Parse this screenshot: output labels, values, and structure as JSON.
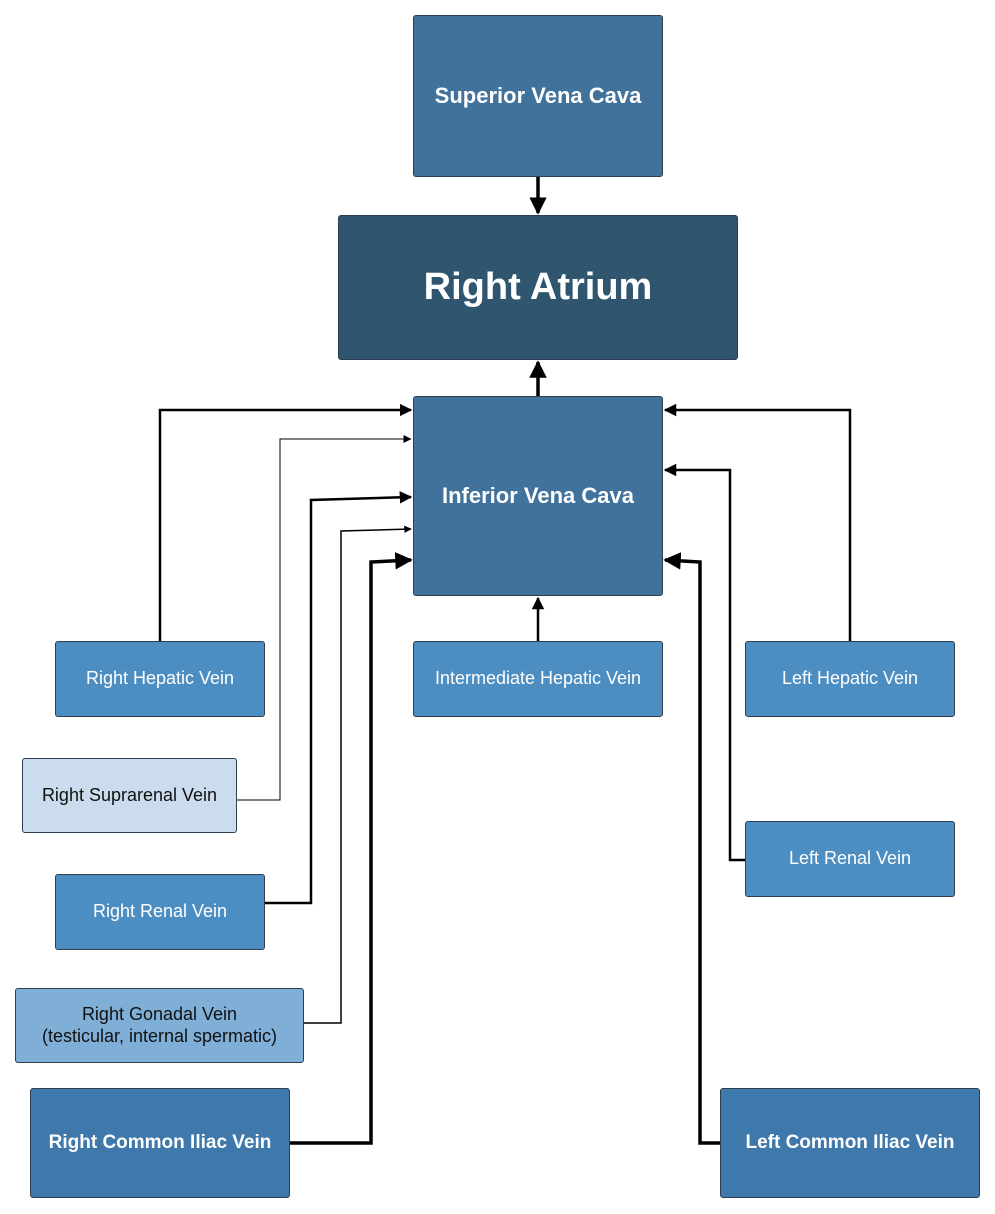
{
  "nodes": {
    "superior_vena_cava": "Superior Vena Cava",
    "right_atrium": "Right Atrium",
    "inferior_vena_cava": "Inferior Vena Cava",
    "right_hepatic_vein": "Right Hepatic Vein",
    "intermediate_hepatic_vein": "Intermediate Hepatic Vein",
    "left_hepatic_vein": "Left Hepatic Vein",
    "right_suprarenal_vein": "Right Suprarenal Vein",
    "left_renal_vein": "Left Renal Vein",
    "right_renal_vein": "Right Renal Vein",
    "right_gonadal_vein": "Right Gonadal Vein\n(testicular, internal spermatic)",
    "right_common_iliac_vein": "Right Common Iliac Vein",
    "left_common_iliac_vein": "Left Common Iliac Vein"
  },
  "edges": [
    {
      "from": "Superior Vena Cava",
      "to": "Right Atrium"
    },
    {
      "from": "Inferior Vena Cava",
      "to": "Right Atrium"
    },
    {
      "from": "Right Hepatic Vein",
      "to": "Inferior Vena Cava"
    },
    {
      "from": "Right Suprarenal Vein",
      "to": "Inferior Vena Cava"
    },
    {
      "from": "Right Renal Vein",
      "to": "Inferior Vena Cava"
    },
    {
      "from": "Right Gonadal Vein",
      "to": "Inferior Vena Cava"
    },
    {
      "from": "Right Common Iliac Vein",
      "to": "Inferior Vena Cava"
    },
    {
      "from": "Intermediate Hepatic Vein",
      "to": "Inferior Vena Cava"
    },
    {
      "from": "Left Hepatic Vein",
      "to": "Inferior Vena Cava"
    },
    {
      "from": "Left Renal Vein",
      "to": "Inferior Vena Cava"
    },
    {
      "from": "Left Common Iliac Vein",
      "to": "Inferior Vena Cava"
    }
  ],
  "colors": {
    "connector": "#000000",
    "primary_box": "#41729c",
    "atrium_box": "#30566f",
    "tributary_box": "#4d8ec2",
    "light_box": "#cadced",
    "mid_box": "#7fafd6",
    "iliac_box": "#3f78aa"
  }
}
